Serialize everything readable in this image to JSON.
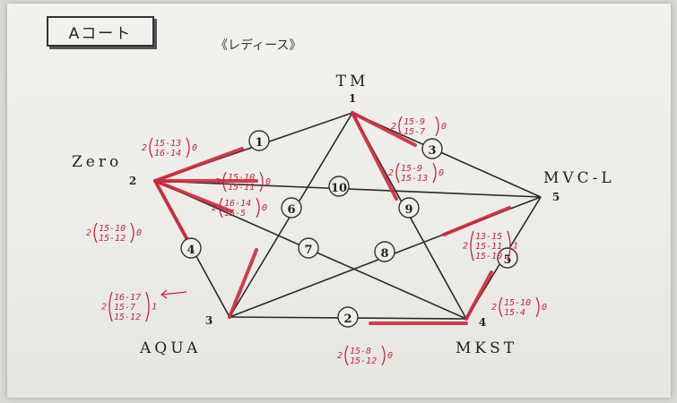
{
  "header": {
    "court": "Aコート",
    "division": "《レディース》"
  },
  "teams": [
    {
      "id": 1,
      "name": "TM",
      "num": "1"
    },
    {
      "id": 2,
      "name": "Zero",
      "num": "2"
    },
    {
      "id": 3,
      "name": "AQUA",
      "num": "3"
    },
    {
      "id": 4,
      "name": "MKST",
      "num": "4"
    },
    {
      "id": 5,
      "name": "MVC-L",
      "num": "5"
    }
  ],
  "matches": [
    {
      "label": "①",
      "teams": [
        1,
        2
      ]
    },
    {
      "label": "②",
      "teams": [
        3,
        4
      ]
    },
    {
      "label": "③",
      "teams": [
        1,
        5
      ]
    },
    {
      "label": "④",
      "teams": [
        2,
        3
      ]
    },
    {
      "label": "⑤",
      "teams": [
        4,
        5
      ]
    },
    {
      "label": "⑥",
      "teams": [
        1,
        3
      ]
    },
    {
      "label": "⑦",
      "teams": [
        2,
        4
      ]
    },
    {
      "label": "⑧",
      "teams": [
        3,
        5
      ]
    },
    {
      "label": "⑨",
      "teams": [
        1,
        4
      ]
    },
    {
      "label": "⑩",
      "teams": [
        2,
        5
      ]
    }
  ],
  "scores": [
    {
      "match": "①",
      "prefix": "2",
      "games": [
        "15-13",
        "16-14"
      ],
      "suffix": "0"
    },
    {
      "match": "③",
      "prefix": "2",
      "games": [
        "15-9",
        "15-7"
      ],
      "suffix": "0"
    },
    {
      "match": "⑨",
      "prefix": "2",
      "games": [
        "15-9",
        "15-13"
      ],
      "suffix": "0"
    },
    {
      "match": "⑩",
      "prefix": "2",
      "games": [
        "15-10",
        "15-11"
      ],
      "suffix": "0"
    },
    {
      "match": "⑦",
      "prefix": "2",
      "games": [
        "16-14",
        "15-5"
      ],
      "suffix": "0"
    },
    {
      "match": "④",
      "prefix": "2",
      "games": [
        "15-10",
        "15-12"
      ],
      "suffix": "0"
    },
    {
      "match": "⑧",
      "prefix": "2",
      "games": [
        "13-15",
        "15-11",
        "15-10"
      ],
      "suffix": "1"
    },
    {
      "match": "⑤",
      "prefix": "2",
      "games": [
        "15-10",
        "15-4"
      ],
      "suffix": "0"
    },
    {
      "match": "⑥",
      "prefix": "2",
      "games": [
        "16-17",
        "15-7",
        "15-12"
      ],
      "suffix": "1"
    },
    {
      "match": "②",
      "prefix": "2",
      "games": [
        "15-8",
        "15-12"
      ],
      "suffix": "0"
    }
  ]
}
